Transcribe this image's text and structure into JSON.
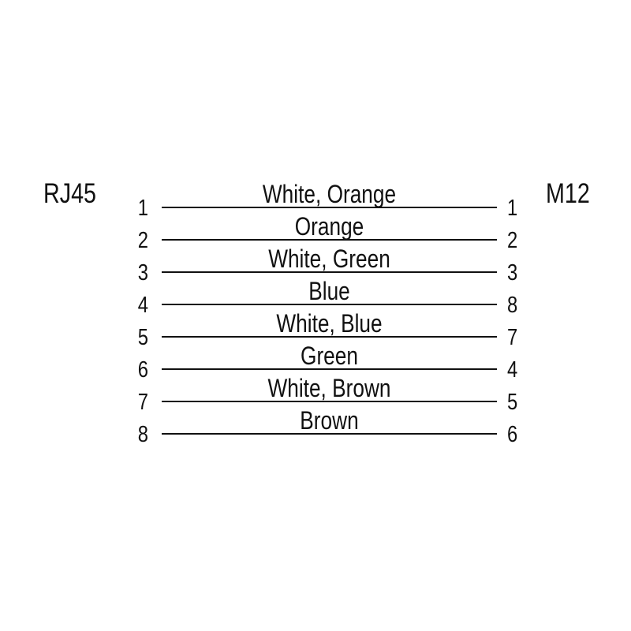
{
  "diagram": {
    "left_connector": "RJ45",
    "right_connector": "M12",
    "rows": [
      {
        "left_pin": "1",
        "wire": "White, Orange",
        "right_pin": "1"
      },
      {
        "left_pin": "2",
        "wire": "Orange",
        "right_pin": "2"
      },
      {
        "left_pin": "3",
        "wire": "White, Green",
        "right_pin": "3"
      },
      {
        "left_pin": "4",
        "wire": "Blue",
        "right_pin": "8"
      },
      {
        "left_pin": "5",
        "wire": "White, Blue",
        "right_pin": "7"
      },
      {
        "left_pin": "6",
        "wire": "Green",
        "right_pin": "4"
      },
      {
        "left_pin": "7",
        "wire": "White, Brown",
        "right_pin": "5"
      },
      {
        "left_pin": "8",
        "wire": "Brown",
        "right_pin": "6"
      }
    ],
    "colors": {
      "text": "#111111",
      "line": "#111111",
      "background": "#ffffff"
    }
  }
}
